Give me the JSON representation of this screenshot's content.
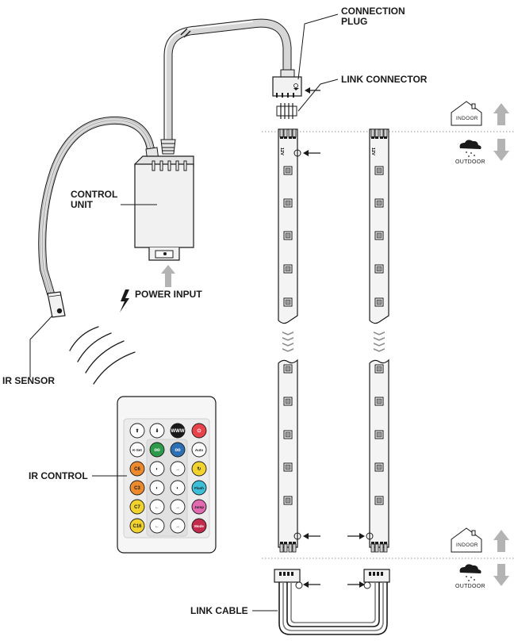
{
  "labels": {
    "connection_plug_line1": "CONNECTION",
    "connection_plug_line2": "PLUG",
    "link_connector": "LINK CONNECTOR",
    "control_unit_line1": "CONTROL",
    "control_unit_line2": "UNIT",
    "power_input": "POWER INPUT",
    "ir_sensor": "IR SENSOR",
    "ir_control": "IR CONTROL",
    "link_cable": "LINK CABLE"
  },
  "zones": {
    "indoor": "INDOOR",
    "outdoor": "OUTDOOR"
  },
  "remote_buttons": [
    [
      "⬆",
      "⬇",
      "WWW",
      "⏻"
    ],
    [
      "K-Set",
      "oo",
      "oo",
      "Auto"
    ],
    [
      "C6",
      "◐",
      "→",
      "↻"
    ],
    [
      "C3",
      "◐",
      "◐",
      "Flash"
    ],
    [
      "C7",
      "←",
      "→",
      "Jump"
    ],
    [
      "C16",
      "←",
      "→",
      "Mode"
    ]
  ],
  "colors": {
    "line": "#1a1a1a",
    "cable": "#9a9a9a",
    "unit_fill": "#f1f1f1",
    "strip_fill": "#f4f4f4",
    "arrow_gray": "#b3b3b3",
    "remote_power": "#e8434b",
    "remote_green": "#2e9b4a",
    "remote_blue": "#2c6fb5",
    "remote_yellow": "#f2d32e",
    "remote_orange": "#ee8a2e",
    "remote_teal": "#3dbfd9",
    "remote_pink": "#e26ab0",
    "remote_red": "#c42a4b"
  }
}
